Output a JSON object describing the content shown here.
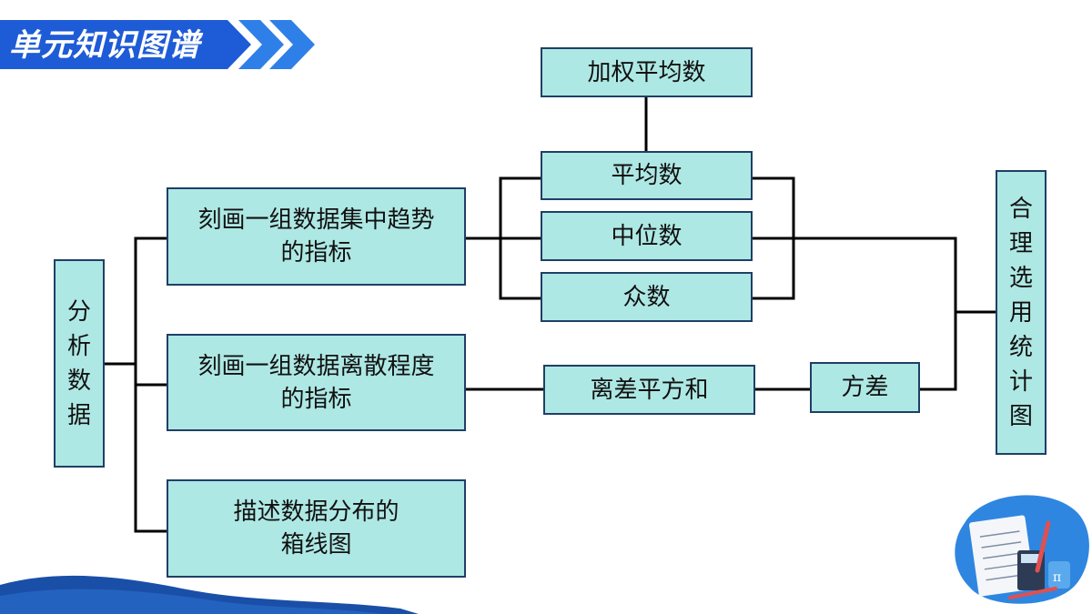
{
  "header": {
    "title": "单元知识图谱"
  },
  "nodes": {
    "root": "分\n析\n数\n据",
    "central": "刻画一组数据集中趋势\n的指标",
    "dispersion": "刻画一组数据离散程度\n的指标",
    "boxplot": "描述数据分布的\n箱线图",
    "weighted_mean": "加权平均数",
    "mean": "平均数",
    "median": "中位数",
    "mode": "众数",
    "sum_sq": "离差平方和",
    "variance": "方差",
    "choose": "合\n理\n选\n用\n统\n计\n图"
  },
  "colors": {
    "node_fill": "#aee8e4",
    "node_border": "#1f3f66",
    "banner_blue": "#1e5bd6",
    "wave_blue": "#1a4fa8"
  }
}
